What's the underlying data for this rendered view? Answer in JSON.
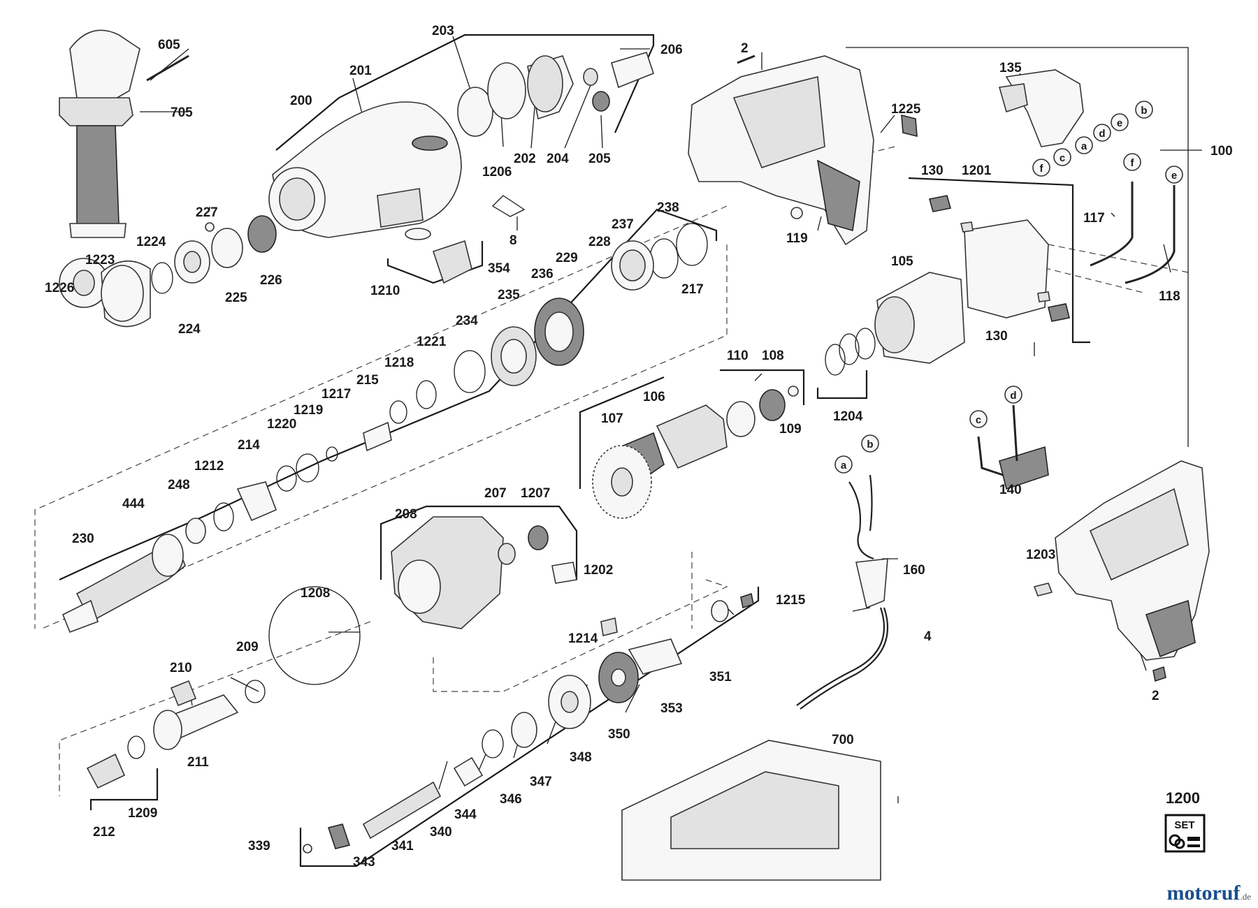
{
  "labels": {
    "l605": "605",
    "l705": "705",
    "l200": "200",
    "l201": "201",
    "l203": "203",
    "l206": "206",
    "l1206": "1206",
    "l202": "202",
    "l204": "204",
    "l205": "205",
    "l8": "8",
    "l354": "354",
    "l1210": "1210",
    "l227": "227",
    "l1224": "1224",
    "l1223": "1223",
    "l1226": "1226",
    "l225": "225",
    "l226": "226",
    "l224": "224",
    "l238": "238",
    "l237": "237",
    "l228": "228",
    "l229": "229",
    "l236": "236",
    "l235": "235",
    "l217": "217",
    "l234": "234",
    "l1221": "1221",
    "l1218": "1218",
    "l215": "215",
    "l1217": "1217",
    "l1219": "1219",
    "l1220": "1220",
    "l214": "214",
    "l1212": "1212",
    "l248": "248",
    "l444": "444",
    "l230": "230",
    "l2a": "2",
    "l1225": "1225",
    "l119": "119",
    "l135": "135",
    "l100": "100",
    "l130a": "130",
    "l1201": "1201",
    "l117": "117",
    "l118": "118",
    "l105": "105",
    "l130b": "130",
    "l110": "110",
    "l108": "108",
    "l109": "109",
    "l1204": "1204",
    "l106": "106",
    "l107": "107",
    "l208": "208",
    "l207": "207",
    "l1207": "1207",
    "l1202": "1202",
    "l1208": "1208",
    "l209": "209",
    "l210": "210",
    "l211": "211",
    "l212": "212",
    "l1209": "1209",
    "l1214": "1214",
    "l1215": "1215",
    "l351": "351",
    "l353": "353",
    "l350": "350",
    "l348": "348",
    "l347": "347",
    "l346": "346",
    "l344": "344",
    "l340": "340",
    "l341": "341",
    "l339": "339",
    "l343": "343",
    "l140": "140",
    "l160": "160",
    "l4": "4",
    "l1203": "1203",
    "l2b": "2",
    "l700": "700",
    "l1200": "1200"
  },
  "wire_letters": {
    "w_b1": "b",
    "w_e1": "e",
    "w_d1": "d",
    "w_a1": "a",
    "w_c1": "c",
    "w_f1": "f",
    "w_f2": "f",
    "w_e2": "e",
    "w_c2": "c",
    "w_d2": "d",
    "w_a2": "a",
    "w_b2": "b"
  },
  "set_badge": "SET",
  "watermark": {
    "main": "motoruf",
    "suffix": ".de"
  },
  "icons": [
    "set-kit-icon"
  ]
}
